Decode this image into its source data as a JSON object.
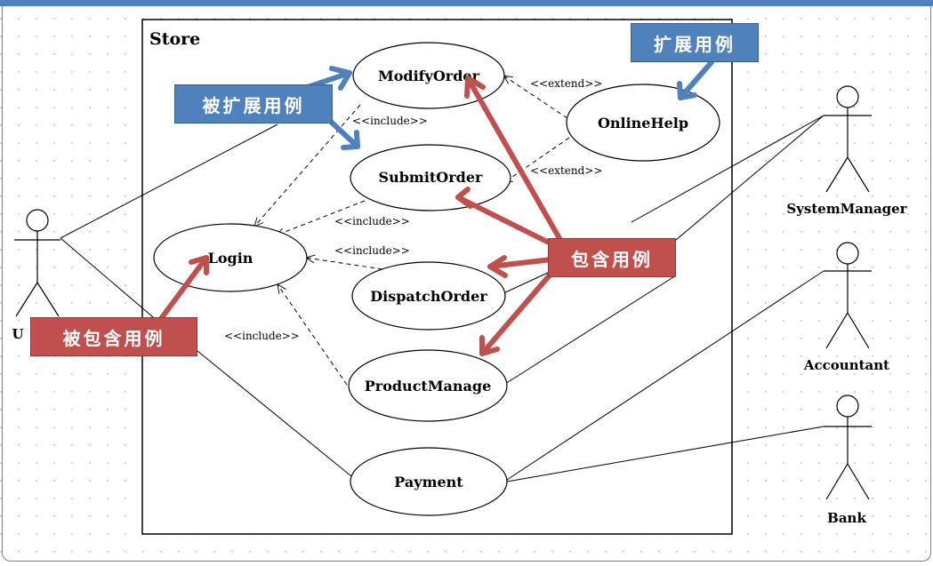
{
  "system": {
    "name": "Store"
  },
  "use_cases": {
    "modify_order": "ModifyOrder",
    "submit_order": "SubmitOrder",
    "online_help": "OnlineHelp",
    "login": "Login",
    "dispatch_order": "DispatchOrder",
    "product_manage": "ProductManage",
    "payment": "Payment"
  },
  "actors": {
    "user": "U",
    "system_manager": "SystemManager",
    "accountant": "Accountant",
    "bank": "Bank"
  },
  "stereotypes": {
    "extend": "<<extend>>",
    "include": "<<include>>"
  },
  "callouts": {
    "extension": "扩展用例",
    "extended": "被扩展用例",
    "included": "被包含用例",
    "inclusion": "包含用例"
  },
  "colors": {
    "accent_blue": "#4f81bd",
    "accent_red": "#c0504d",
    "line": "#000000"
  }
}
